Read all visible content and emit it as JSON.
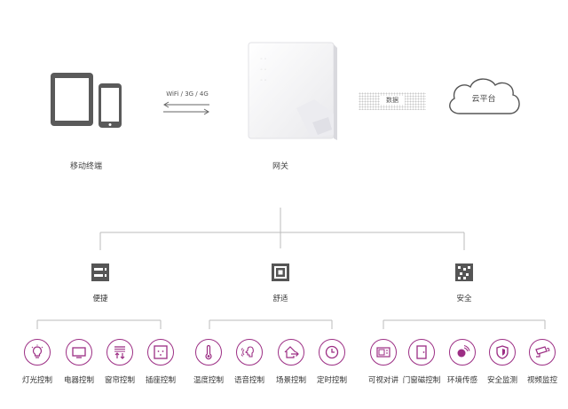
{
  "top": {
    "mobile_label": "移动终端",
    "link_label": "WiFi / 3G / 4G",
    "gateway_label": "网关",
    "data_label": "数据",
    "cloud_label": "云平台"
  },
  "categories": [
    {
      "label": "便捷",
      "icon": "server-icon",
      "items": [
        {
          "label": "灯光控制",
          "icon": "bulb-icon"
        },
        {
          "label": "电器控制",
          "icon": "monitor-icon"
        },
        {
          "label": "窗帘控制",
          "icon": "curtain-icon"
        },
        {
          "label": "插座控制",
          "icon": "socket-icon"
        }
      ]
    },
    {
      "label": "舒适",
      "icon": "target-square-icon",
      "items": [
        {
          "label": "温度控制",
          "icon": "thermometer-icon"
        },
        {
          "label": "语音控制",
          "icon": "voice-icon"
        },
        {
          "label": "场景控制",
          "icon": "home-arrow-icon"
        },
        {
          "label": "定时控制",
          "icon": "clock-icon"
        }
      ]
    },
    {
      "label": "安全",
      "icon": "dots-square-icon",
      "items": [
        {
          "label": "可视对讲",
          "icon": "intercom-icon"
        },
        {
          "label": "门窗磁控制",
          "icon": "door-icon"
        },
        {
          "label": "环境传感",
          "icon": "sensor-icon"
        },
        {
          "label": "安全监测",
          "icon": "shield-icon"
        },
        {
          "label": "视频监控",
          "icon": "camera-icon"
        }
      ]
    }
  ],
  "colors": {
    "accent": "#9c2e84",
    "dark": "#555555",
    "line": "#bbbbbb"
  }
}
